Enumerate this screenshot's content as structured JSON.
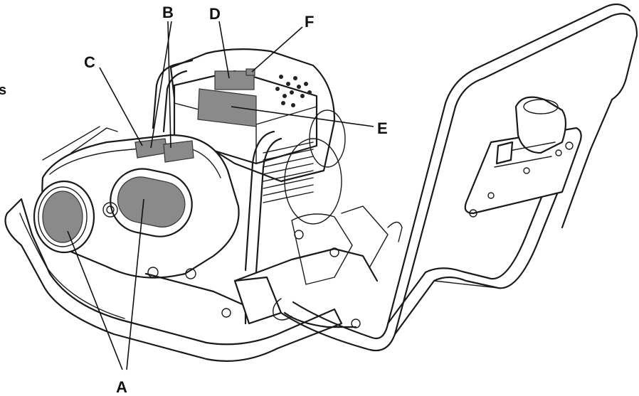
{
  "figure": {
    "edge_text": "s",
    "colors": {
      "line": "#1a1a1a",
      "decal": "#8a8a8a",
      "background": "#ffffff"
    },
    "callouts": [
      {
        "id": "A",
        "label": "A"
      },
      {
        "id": "B",
        "label": "B"
      },
      {
        "id": "C",
        "label": "C"
      },
      {
        "id": "D",
        "label": "D"
      },
      {
        "id": "E",
        "label": "E"
      },
      {
        "id": "F",
        "label": "F"
      }
    ]
  }
}
